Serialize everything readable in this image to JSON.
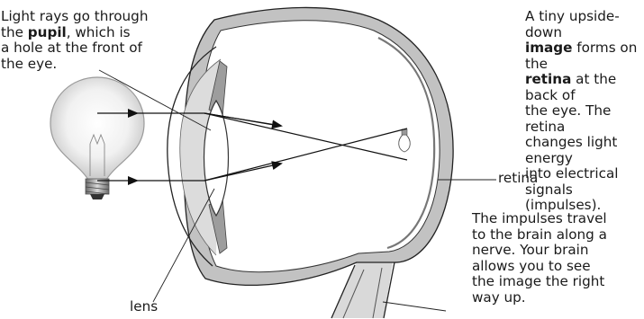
{
  "pupil_text": {
    "line1": "Light rays go through",
    "line2_pre": "the ",
    "line2_bold": "pupil",
    "line2_post": ", which is",
    "line3": "a hole at the front of",
    "line4": "the eye."
  },
  "retina_text": {
    "line1": "A tiny upside-down",
    "line2_bold": "image",
    "line2_post": " forms on the",
    "line3_bold": "retina",
    "line3_post": " at the back of",
    "line4": "the eye. The retina",
    "line5": "changes light energy",
    "line6": "into electrical signals",
    "line7": "(impulses)."
  },
  "impulse_text": {
    "line1": "The impulses travel",
    "line2": "to the brain along a",
    "line3": "nerve. Your brain",
    "line4": "allows you to see",
    "line5": "the image the right",
    "line6": "way up."
  },
  "labels": {
    "lens": "lens",
    "retina": "retina"
  }
}
